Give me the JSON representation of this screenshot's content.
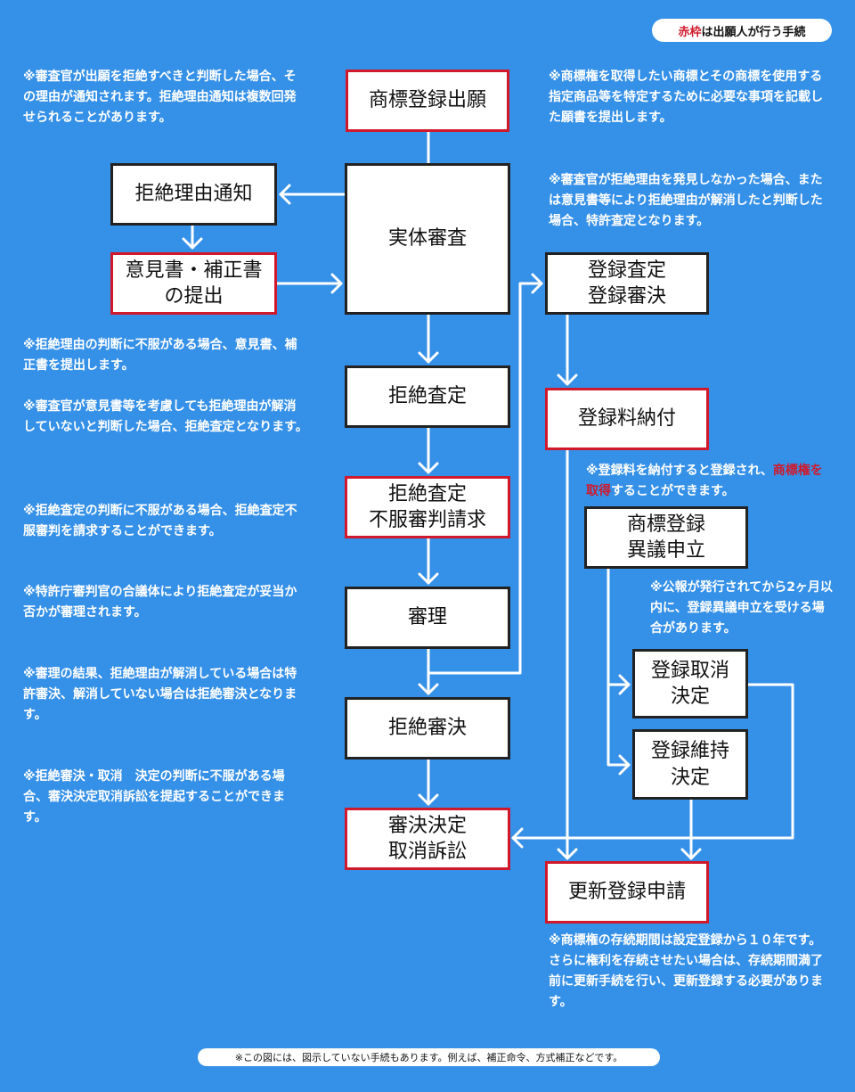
{
  "legend": {
    "red_part": "赤枠",
    "rest": "は出願人が行う手続"
  },
  "boxes": {
    "application": "商標登録出願",
    "exam": "実体審査",
    "refusal_notice": "拒絶理由通知",
    "opinion": "意見書・補正書\nの提出",
    "registration_decision": "登録査定\n登録審決",
    "fee": "登録料納付",
    "refusal_decision": "拒絶査定",
    "appeal": "拒絶査定\n不服審判請求",
    "trial": "審理",
    "rejection_trial": "拒絶審決",
    "lawsuit": "審決決定\n取消訴訟",
    "opposition": "商標登録\n異議申立",
    "cancel": "登録取消\n決定",
    "maintain": "登録維持\n決定",
    "renewal": "更新登録申請"
  },
  "notes": {
    "n1": "※審査官が出願を拒絶すべきと判断した場合、その理由が通知されます。拒絶理由通知は複数回発せられることがあります。",
    "n2": "※商標権を取得したい商標とその商標を使用する指定商品等を特定するために必要な事項を記載した願書を提出します。",
    "n3": "※審査官が拒絶理由を発見しなかった場合、または意見書等により拒絶理由が解消したと判断した場合、特許査定となります。",
    "n4": "※拒絶理由の判断に不服がある場合、意見書、補正書を提出します。",
    "n5": "※審査官が意見書等を考慮しても拒絶理由が解消していないと判断した場合、拒絶査定となります。",
    "n6": "※拒絶査定の判断に不服がある場合、拒絶査定不服審判を請求することができます。",
    "n7": "※特許庁審判官の合議体により拒絶査定が妥当か否かが審理されます。",
    "n8": "※審理の結果、拒絶理由が解消している場合は特許審決、解消していない場合は拒絶審決となります。",
    "n9": "※拒絶審決・取消　決定の判断に不服がある場合、審決決定取消訴訟を提起することができます。",
    "n10_pre": "※登録料を納付すると登録され、",
    "n10_hl": "商標権を取得",
    "n10_post": "することができます。",
    "n11": "※公報が発行されてから2ヶ月以内に、登録異議申立を受ける場合があります。",
    "n12": "※商標権の存続期間は設定登録から１０年です。さらに権利を存続させたい場合は、存続期間満了前に更新手続を行い、更新登録する必要があります。"
  },
  "footer": "※この図には、図示していない手続もあります。例えば、補正命令、方式補正などです。",
  "colors": {
    "background": "#3590e8",
    "applicant_border": "#d0192b",
    "box_border": "#222222"
  }
}
